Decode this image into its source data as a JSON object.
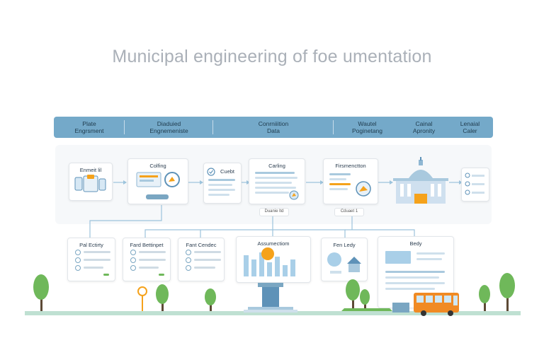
{
  "title": "Municipal engineering of foe umentation",
  "header": {
    "cells": [
      {
        "l1": "Plate",
        "l2": "Engrsment"
      },
      {
        "l1": "Diaduied",
        "l2": "Engnemeniste"
      },
      {
        "l1": "Conrniiition",
        "l2": "Data"
      },
      {
        "l1": "Wautel",
        "l2": "Poginetang"
      },
      {
        "l1": "Cainal",
        "l2": "Apronity"
      },
      {
        "l1": "Lenaial",
        "l2": "Caler"
      }
    ]
  },
  "top_cards": {
    "card1": {
      "title": "Enmeit lil"
    },
    "card2": {
      "title": "Colfing"
    },
    "card3": {
      "title": "Cuebt"
    },
    "card4": {
      "title": "Carling"
    },
    "card5": {
      "title": "Firsmenctton"
    }
  },
  "tags": {
    "tag1": "Duanie ltd",
    "tag2": "Cduaet 1"
  },
  "bottom_cards": {
    "card1": {
      "title": "Pal Ectirty"
    },
    "card2": {
      "title": "Fard Bettinpet"
    },
    "card3": {
      "title": "Fant Cendec"
    },
    "card4": {
      "title": "Assumectiom"
    },
    "card5": {
      "title": "Fen Ledy"
    },
    "card6": {
      "title": "Bedy"
    }
  },
  "colors": {
    "header": "#74a9c9",
    "accent_orange": "#f5a21b",
    "bus": "#f08a24",
    "tree": "#6fb85a",
    "chart_bar": "#a9cfe8"
  },
  "icons": {
    "arrow": "arrow-right-icon",
    "check": "check-icon",
    "building": "capitol-building-icon",
    "bus": "bus-icon",
    "tree": "tree-icon"
  }
}
